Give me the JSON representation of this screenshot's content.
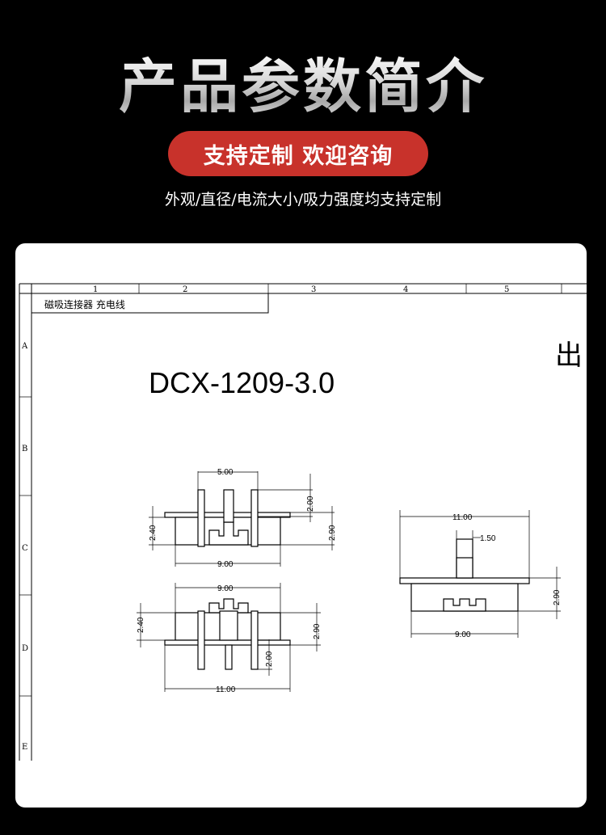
{
  "header": {
    "title": "产品参数简介",
    "pill_text": "支持定制 欢迎咨询",
    "subtitle": "外观/直径/电流大小/吸力强度均支持定制"
  },
  "drawing": {
    "columns": [
      "1",
      "2",
      "3",
      "4",
      "5"
    ],
    "rows": [
      "A",
      "B",
      "C",
      "D",
      "E"
    ],
    "title_block": "磁吸连接器   充电线",
    "corner_mark": "出",
    "model": "DCX-1209-3.0",
    "views": {
      "top_left": {
        "width_top": "5.00",
        "pin_height": "2.00",
        "left_height": "2.40",
        "right_height": "2.90",
        "bottom_width": "9.00"
      },
      "bottom_left": {
        "top_width": "9.00",
        "left_height": "2.40",
        "right_height": "2.90",
        "pin_height": "2.00",
        "bottom_width": "11.00"
      },
      "right": {
        "top_width": "11.00",
        "pin_width": "1.50",
        "right_height": "2.90",
        "bottom_width": "9.00"
      }
    }
  }
}
